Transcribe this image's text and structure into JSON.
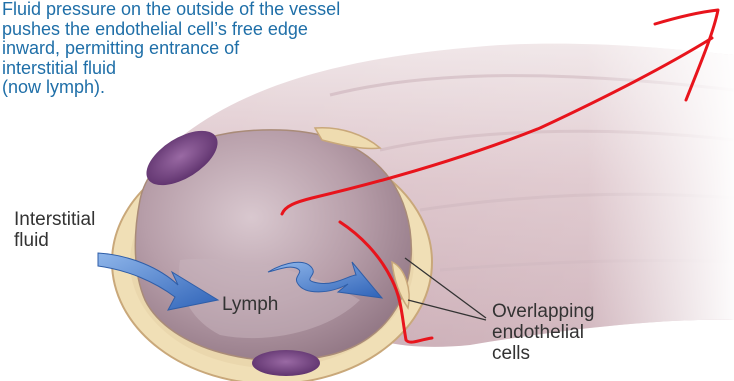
{
  "caption": {
    "line_1": "Fluid pressure on the outside of the vessel",
    "line_2": "pushes the endothelial cell’s free edge",
    "line_3": "inward, permitting entrance of",
    "line_4": "interstitial fluid",
    "line_5": "(now lymph)."
  },
  "labels": {
    "interstitial_line_1": "Interstitial",
    "interstitial_line_2": "fluid",
    "lymph": "Lymph",
    "overlapping_line_1": "Overlapping",
    "overlapping_line_2": "endothelial",
    "overlapping_line_3": "cells"
  },
  "colors": {
    "caption_text": "#1f6fa8",
    "label_text": "#333333",
    "vessel_wall": "#f0dfb6",
    "lumen": "#b39aa6",
    "nucleus": "#6a3f78",
    "flow_arrow": "#3f78c8",
    "annotation_ink": "#e8141c"
  }
}
